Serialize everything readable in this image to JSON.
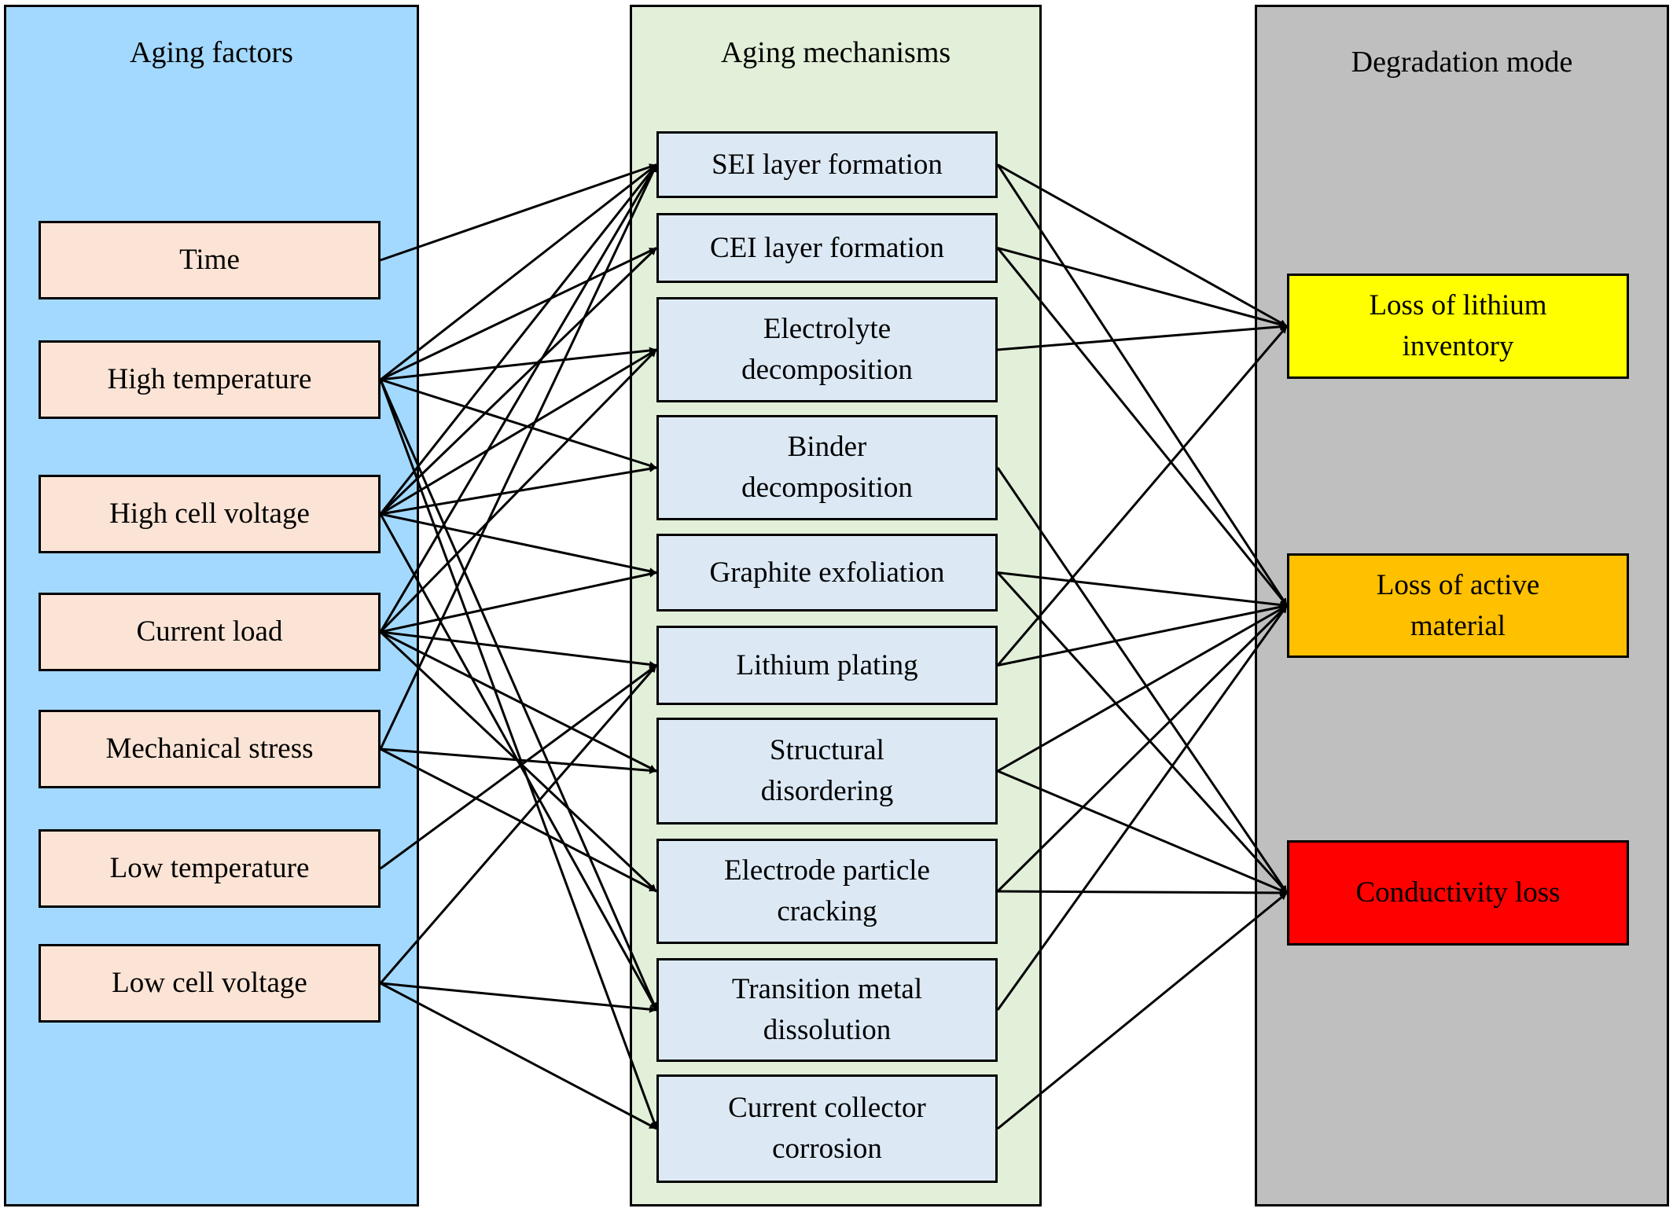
{
  "colors": {
    "factors_panel": "#a3d9ff",
    "mechanisms_panel": "#e2efd9",
    "modes_panel": "#bfbfbf",
    "factor_box": "#fbe4d5",
    "mechanism_box": "#dce9f5",
    "arrow": "#000000"
  },
  "columns": {
    "factors_title": "Aging factors",
    "mechanisms_title": "Aging mechanisms",
    "modes_title": "Degradation mode"
  },
  "factors": [
    {
      "id": "time",
      "label": "Time"
    },
    {
      "id": "high_temp",
      "label": "High temperature"
    },
    {
      "id": "high_volt",
      "label": "High cell voltage"
    },
    {
      "id": "current",
      "label": "Current load"
    },
    {
      "id": "mech",
      "label": "Mechanical stress"
    },
    {
      "id": "low_temp",
      "label": "Low temperature"
    },
    {
      "id": "low_volt",
      "label": "Low cell voltage"
    }
  ],
  "mechanisms": [
    {
      "id": "sei",
      "lines": [
        "SEI layer formation"
      ]
    },
    {
      "id": "cei",
      "lines": [
        "CEI layer formation"
      ]
    },
    {
      "id": "electrolyte",
      "lines": [
        "Electrolyte",
        "decomposition"
      ]
    },
    {
      "id": "binder",
      "lines": [
        "Binder",
        "decomposition"
      ]
    },
    {
      "id": "graphite",
      "lines": [
        "Graphite exfoliation"
      ]
    },
    {
      "id": "plating",
      "lines": [
        "Lithium plating"
      ]
    },
    {
      "id": "structural",
      "lines": [
        "Structural",
        "disordering"
      ]
    },
    {
      "id": "cracking",
      "lines": [
        "Electrode particle",
        "cracking"
      ]
    },
    {
      "id": "tm",
      "lines": [
        "Transition metal",
        "dissolution"
      ]
    },
    {
      "id": "corrosion",
      "lines": [
        "Current collector",
        "corrosion"
      ]
    }
  ],
  "modes": [
    {
      "id": "lli",
      "lines": [
        "Loss of lithium",
        "inventory"
      ],
      "color": "#ffff00"
    },
    {
      "id": "lam",
      "lines": [
        "Loss of active",
        "material"
      ],
      "color": "#ffc000"
    },
    {
      "id": "cl",
      "lines": [
        "Conductivity loss"
      ],
      "color": "#ff0000"
    }
  ],
  "factor_links": [
    [
      "time",
      "sei"
    ],
    [
      "high_temp",
      "sei"
    ],
    [
      "high_temp",
      "cei"
    ],
    [
      "high_temp",
      "electrolyte"
    ],
    [
      "high_temp",
      "binder"
    ],
    [
      "high_temp",
      "tm"
    ],
    [
      "high_temp",
      "corrosion"
    ],
    [
      "high_volt",
      "sei"
    ],
    [
      "high_volt",
      "cei"
    ],
    [
      "high_volt",
      "electrolyte"
    ],
    [
      "high_volt",
      "binder"
    ],
    [
      "high_volt",
      "graphite"
    ],
    [
      "high_volt",
      "tm"
    ],
    [
      "current",
      "sei"
    ],
    [
      "current",
      "electrolyte"
    ],
    [
      "current",
      "graphite"
    ],
    [
      "current",
      "plating"
    ],
    [
      "current",
      "structural"
    ],
    [
      "current",
      "cracking"
    ],
    [
      "mech",
      "sei"
    ],
    [
      "mech",
      "structural"
    ],
    [
      "mech",
      "cracking"
    ],
    [
      "low_temp",
      "plating"
    ],
    [
      "low_volt",
      "plating"
    ],
    [
      "low_volt",
      "tm"
    ],
    [
      "low_volt",
      "corrosion"
    ]
  ],
  "mode_links": [
    [
      "sei",
      "lli"
    ],
    [
      "sei",
      "lam"
    ],
    [
      "cei",
      "lli"
    ],
    [
      "cei",
      "lam"
    ],
    [
      "electrolyte",
      "lli"
    ],
    [
      "binder",
      "cl"
    ],
    [
      "graphite",
      "lam"
    ],
    [
      "graphite",
      "cl"
    ],
    [
      "plating",
      "lli"
    ],
    [
      "plating",
      "lam"
    ],
    [
      "structural",
      "lam"
    ],
    [
      "structural",
      "cl"
    ],
    [
      "cracking",
      "lam"
    ],
    [
      "cracking",
      "cl"
    ],
    [
      "tm",
      "lam"
    ],
    [
      "corrosion",
      "cl"
    ]
  ]
}
